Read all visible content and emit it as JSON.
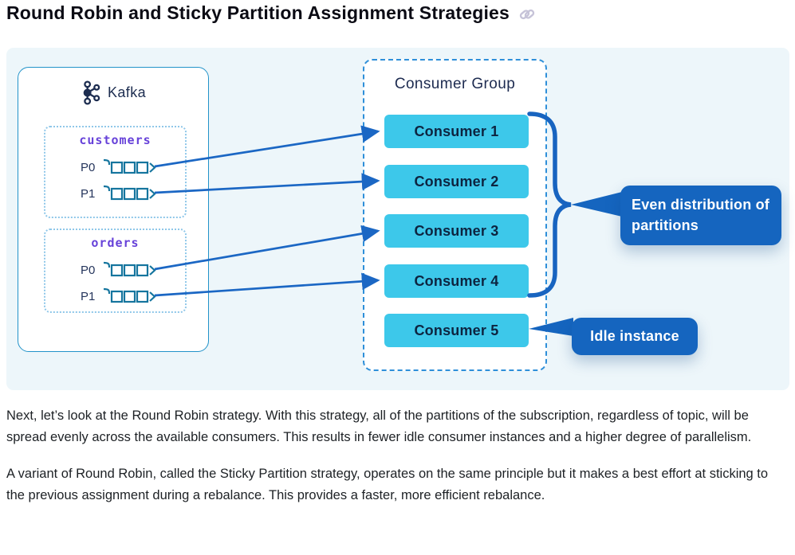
{
  "header": {
    "title": "Round Robin and Sticky Partition Assignment Strategies"
  },
  "diagram": {
    "kafka": {
      "label": "Kafka",
      "topics": [
        {
          "name": "customers",
          "partitions": [
            {
              "label": "P0"
            },
            {
              "label": "P1"
            }
          ]
        },
        {
          "name": "orders",
          "partitions": [
            {
              "label": "P0"
            },
            {
              "label": "P1"
            }
          ]
        }
      ]
    },
    "consumer_group": {
      "title": "Consumer Group",
      "consumers": [
        {
          "label": "Consumer 1"
        },
        {
          "label": "Consumer 2"
        },
        {
          "label": "Consumer 3"
        },
        {
          "label": "Consumer 4"
        },
        {
          "label": "Consumer 5"
        }
      ]
    },
    "assignments": [
      {
        "from": "customers/P0",
        "to": "Consumer 1"
      },
      {
        "from": "customers/P1",
        "to": "Consumer 2"
      },
      {
        "from": "orders/P0",
        "to": "Consumer 3"
      },
      {
        "from": "orders/P1",
        "to": "Consumer 4"
      }
    ],
    "callouts": [
      {
        "text": "Even distribution of partitions"
      },
      {
        "text": "Idle instance"
      }
    ],
    "colors": {
      "panel_bg": "#edf6fa",
      "consumer_fill": "#3dc8ea",
      "callout_bg": "#1565bf",
      "arrow": "#1b67c4",
      "brace": "#1864c0",
      "topic_label": "#6742d9",
      "box_border": "#2293c9",
      "group_border": "#2e8fd9",
      "queue_stroke": "#15759e",
      "navy_text": "#0d2440"
    }
  },
  "body": {
    "paragraphs": [
      "Next, let’s look at the Round Robin strategy. With this strategy, all of the partitions of the subscription, regardless of topic, will be spread evenly across the available consumers. This results in fewer idle consumer instances and a higher degree of parallelism.",
      "A variant of Round Robin, called the Sticky Partition strategy, operates on the same principle but it makes a best effort at sticking to the previous assignment during a rebalance. This provides a faster, more efficient rebalance."
    ]
  }
}
